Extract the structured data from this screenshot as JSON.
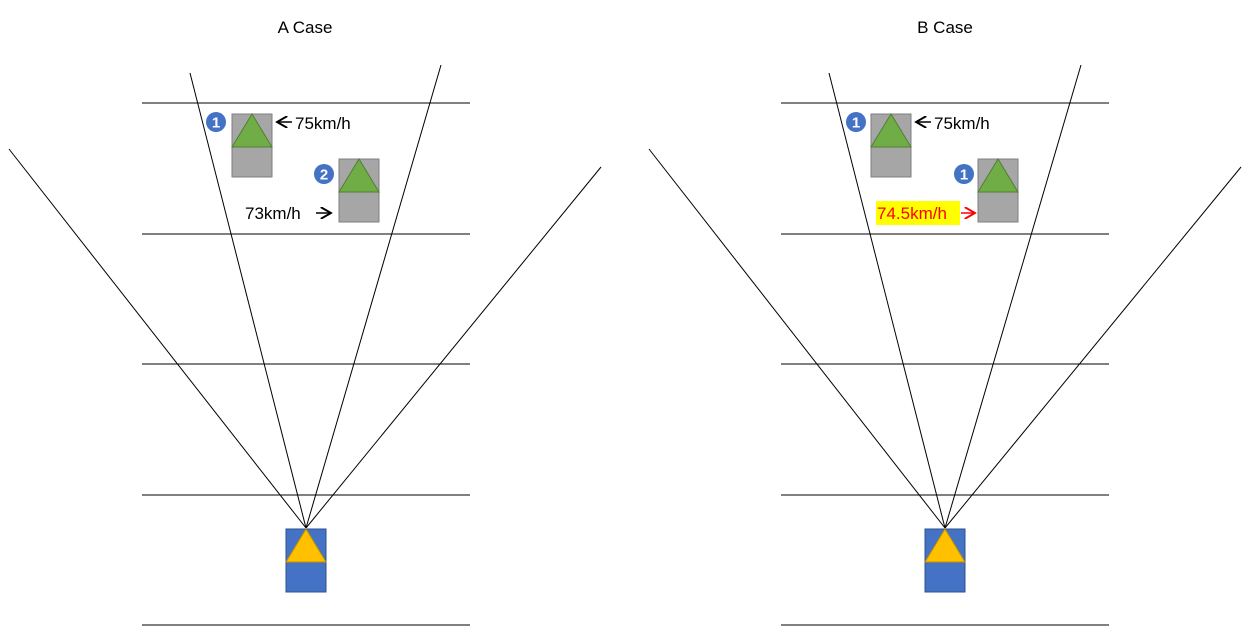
{
  "panels": [
    {
      "title": "A Case",
      "targets": [
        {
          "badge": "1",
          "speed": "75km/h",
          "highlight": false
        },
        {
          "badge": "2",
          "speed": "73km/h",
          "highlight": false
        }
      ]
    },
    {
      "title": "B Case",
      "targets": [
        {
          "badge": "1",
          "speed": "75km/h",
          "highlight": false
        },
        {
          "badge": "1",
          "speed": "74.5km/h",
          "highlight": true
        }
      ]
    }
  ],
  "colors": {
    "lane_line": "#000000",
    "target_body": "#a6a6a6",
    "target_triangle": "#70ad47",
    "ego_body": "#4472c4",
    "ego_triangle": "#ffc000",
    "badge": "#4472c4",
    "highlight_bg": "#ffff00",
    "highlight_text": "#ff0000"
  }
}
